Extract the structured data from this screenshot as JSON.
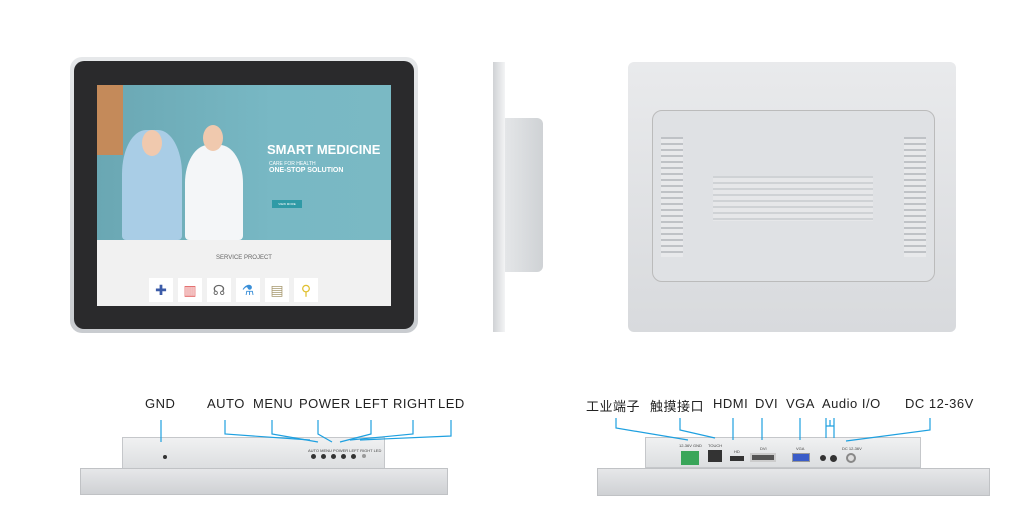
{
  "front_screen": {
    "headline": "SMART MEDICINE",
    "subtitle": "CARE FOR HEALTH",
    "tagline": "ONE-STOP SOLUTION",
    "button": "VIEW MORE",
    "section_title": "SERVICE PROJECT",
    "icons": [
      "medical-kit-icon",
      "hospital-icon",
      "stethoscope-icon",
      "test-tubes-icon",
      "clipboard-icon",
      "magnifier-icon"
    ]
  },
  "left_panel_labels": [
    "GND",
    "AUTO",
    "MENU",
    "POWER",
    "LEFT",
    "RIGHT",
    "LED"
  ],
  "right_panel_labels": [
    "工业端子",
    "触摸接口",
    "HDMI",
    "DVI",
    "VGA",
    "Audio I/O",
    "DC 12-36V"
  ],
  "port_silkscreen": {
    "terminal": "12-36V GND",
    "touch": "TOUCH",
    "hdmi": "HD",
    "dvi": "DVI",
    "vga": "VGA",
    "dc": "DC 12-36V"
  },
  "button_silkscreen": "AUTO MENU POWER LEFT RIGHT LED",
  "colors": {
    "callout_line": "#1ea0e0",
    "terminal": "#3aa65a"
  }
}
